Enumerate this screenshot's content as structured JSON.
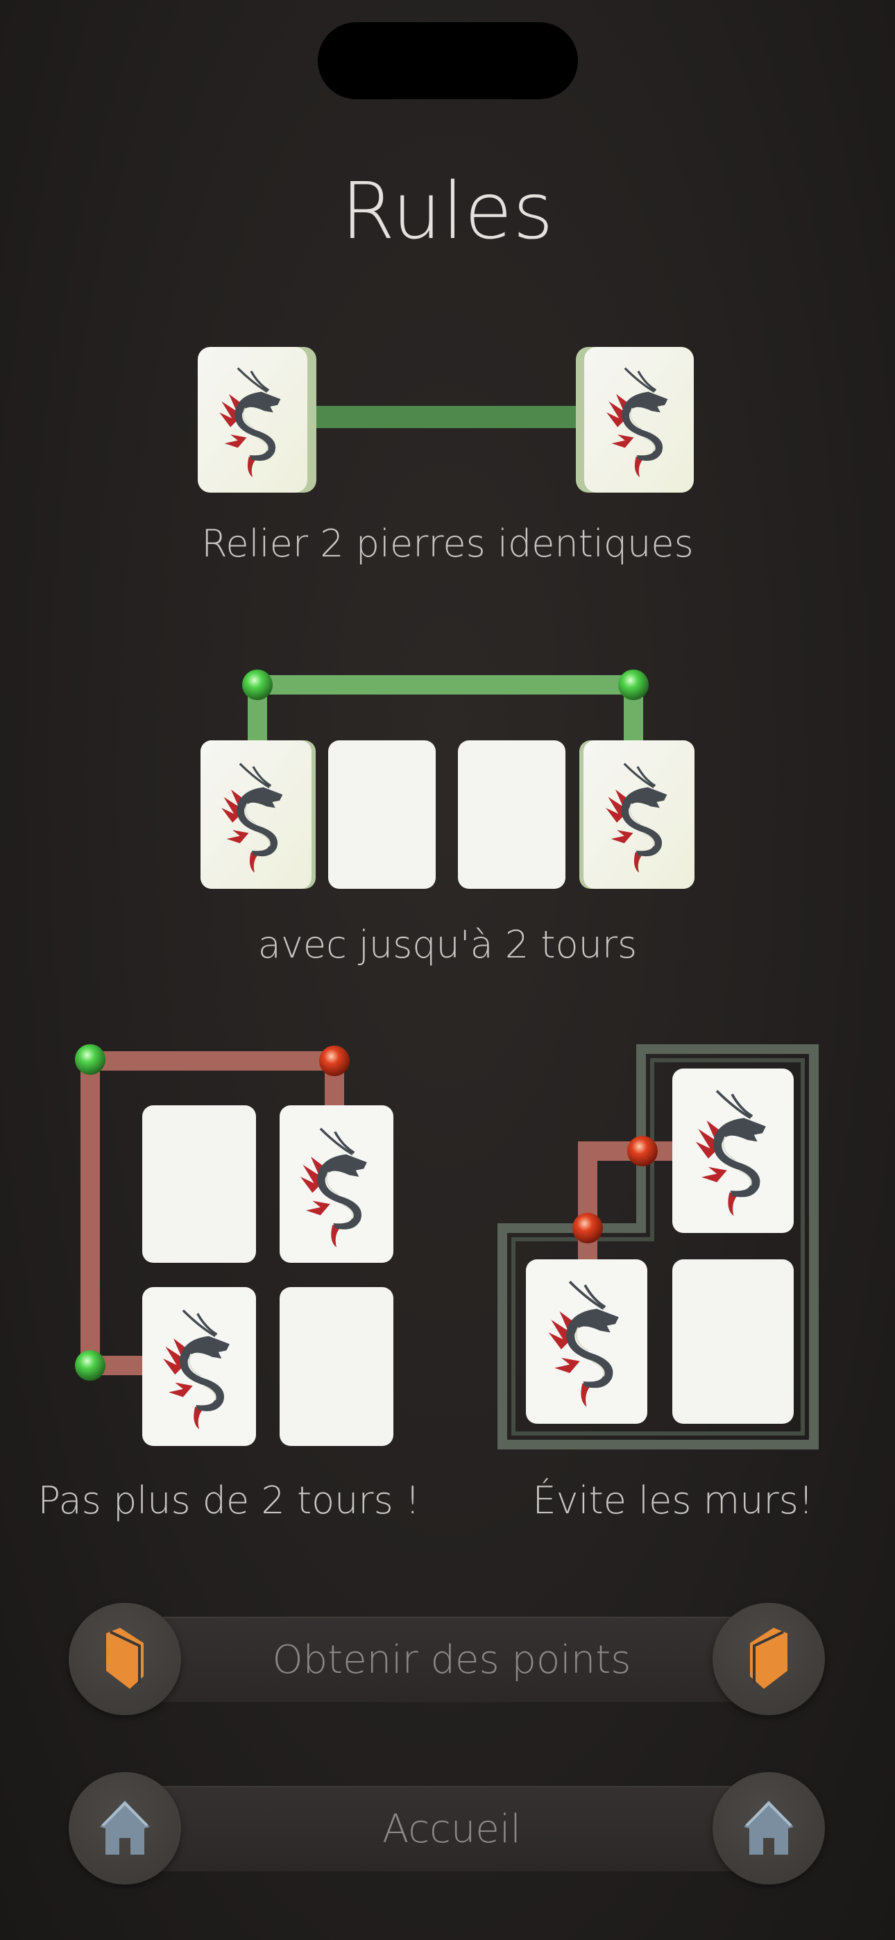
{
  "title": "Rules",
  "rules": [
    {
      "caption": "Relier 2 pierres identiques"
    },
    {
      "caption": "avec jusqu'à 2 tours"
    },
    {
      "caption": "Pas plus de 2 tours !"
    },
    {
      "caption": "Évite les murs!"
    }
  ],
  "buttons": {
    "get_points": {
      "label": "Obtenir des points",
      "icon": "book-icon"
    },
    "home": {
      "label": "Accueil",
      "icon": "home-icon"
    }
  },
  "colors": {
    "valid_path": "#4f8a4c",
    "invalid_path": "#a8655b",
    "wall": "#5b6459",
    "ball_green": "#4fd24a",
    "ball_red": "#e0401e",
    "book": "#e88d35",
    "house": "#7b8ea0"
  }
}
